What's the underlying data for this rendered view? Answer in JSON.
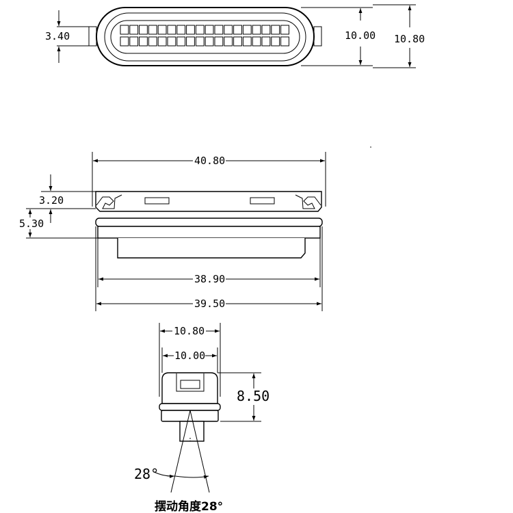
{
  "top_view": {
    "dim_width_inner": "3.40",
    "dim_height_inner": "10.00",
    "dim_height_outer": "10.80"
  },
  "front_view": {
    "dim_overall_width": "40.80",
    "dim_latch_height": "3.20",
    "dim_flange_height": "5.30",
    "dim_body_width": "38.90",
    "dim_base_width": "39.50"
  },
  "side_view": {
    "dim_outer_width": "10.80",
    "dim_inner_width": "10.00",
    "dim_height": "8.50",
    "angle_label": "28°"
  },
  "caption": "摆动角度28°"
}
